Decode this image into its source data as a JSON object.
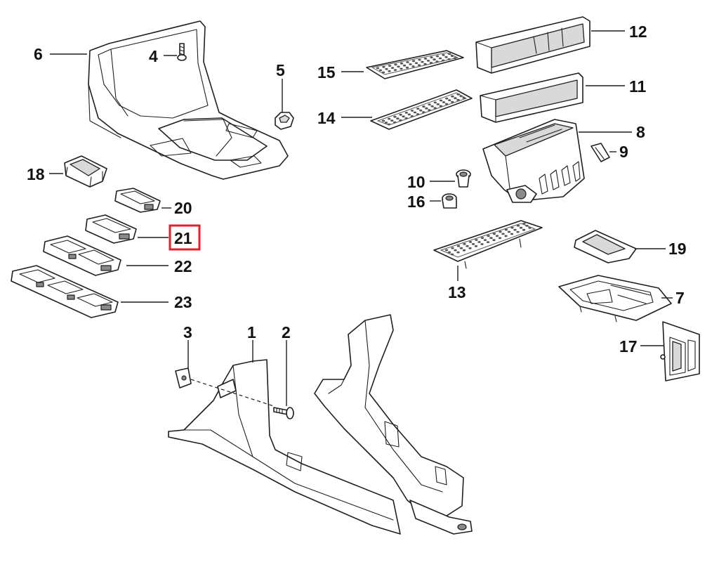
{
  "diagram": {
    "callouts": [
      {
        "id": "1",
        "label": "1"
      },
      {
        "id": "2",
        "label": "2"
      },
      {
        "id": "3",
        "label": "3"
      },
      {
        "id": "4",
        "label": "4"
      },
      {
        "id": "5",
        "label": "5"
      },
      {
        "id": "6",
        "label": "6"
      },
      {
        "id": "7",
        "label": "7"
      },
      {
        "id": "8",
        "label": "8"
      },
      {
        "id": "9",
        "label": "9"
      },
      {
        "id": "10",
        "label": "10"
      },
      {
        "id": "11",
        "label": "11"
      },
      {
        "id": "12",
        "label": "12"
      },
      {
        "id": "13",
        "label": "13"
      },
      {
        "id": "14",
        "label": "14"
      },
      {
        "id": "15",
        "label": "15"
      },
      {
        "id": "16",
        "label": "16"
      },
      {
        "id": "17",
        "label": "17"
      },
      {
        "id": "18",
        "label": "18"
      },
      {
        "id": "19",
        "label": "19"
      },
      {
        "id": "20",
        "label": "20"
      },
      {
        "id": "21",
        "label": "21"
      },
      {
        "id": "22",
        "label": "22"
      },
      {
        "id": "23",
        "label": "23"
      }
    ],
    "highlighted_callout": "21",
    "highlight_color": "#e0202a",
    "line_color": "#1f1f1f"
  }
}
